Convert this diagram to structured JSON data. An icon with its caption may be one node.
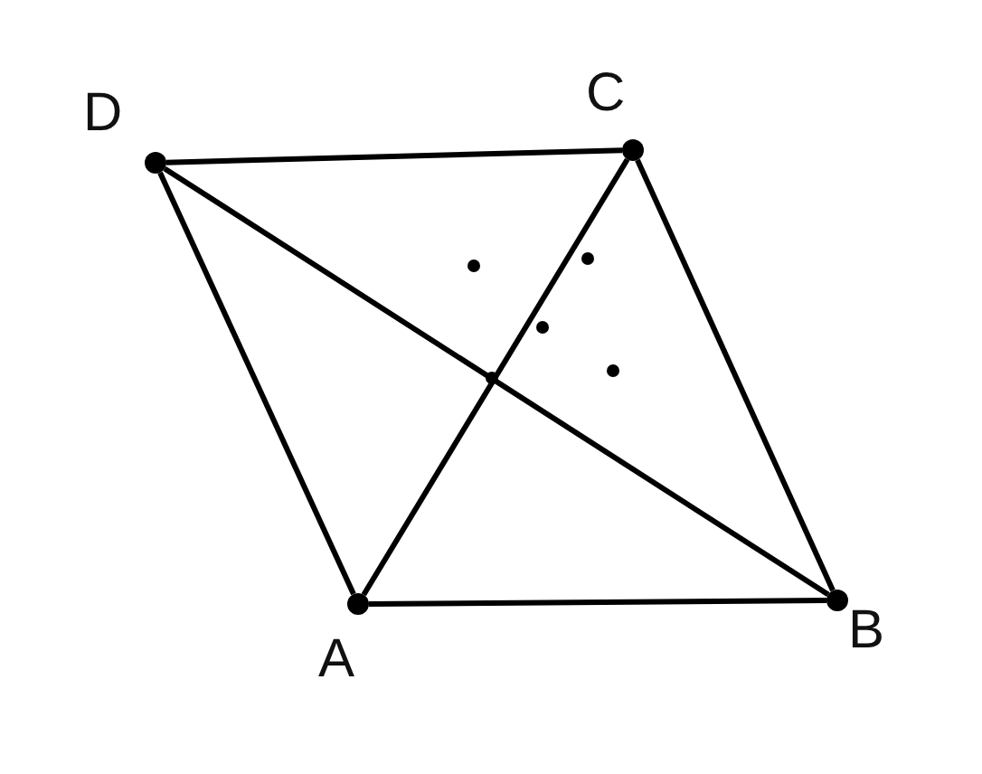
{
  "diagram": {
    "nodes": [
      {
        "text": [
          "D"
        ]
      },
      {
        "text": [
          "C"
        ]
      },
      {
        "text": [
          "A"
        ]
      },
      {
        "text": [
          "B"
        ]
      }
    ],
    "edges": [
      {
        "from": 0,
        "to": 1,
        "arrow": "none"
      },
      {
        "from": 0,
        "to": 2,
        "arrow": "none"
      },
      {
        "from": 0,
        "to": 3,
        "arrow": "none"
      },
      {
        "from": 1,
        "to": 2,
        "arrow": "none"
      },
      {
        "from": 1,
        "to": 3,
        "arrow": "none"
      },
      {
        "from": 2,
        "to": 3,
        "arrow": "none"
      }
    ]
  }
}
